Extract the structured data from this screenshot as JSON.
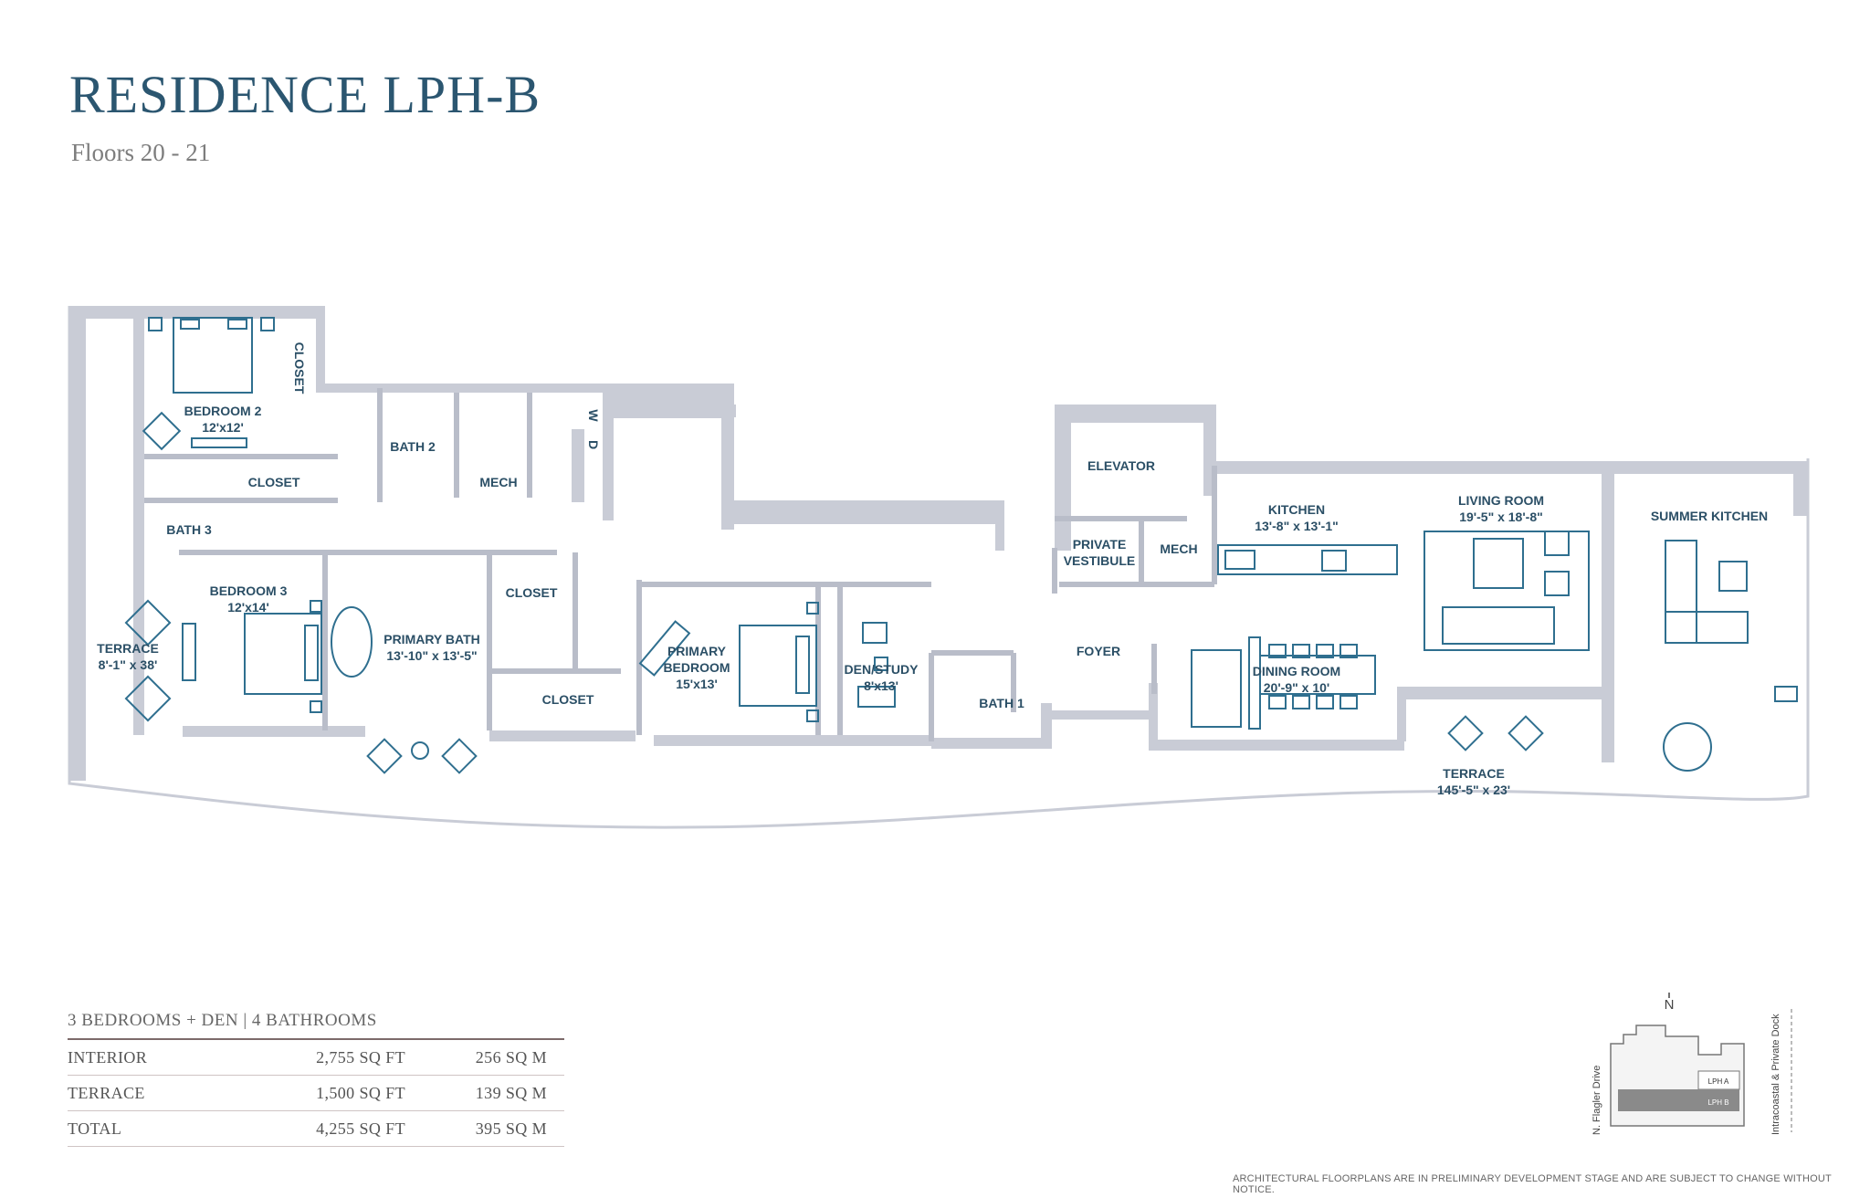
{
  "header": {
    "title": "RESIDENCE LPH-B",
    "subtitle": "Floors 20 - 21"
  },
  "rooms": {
    "bedroom2": {
      "name": "BEDROOM 2",
      "dims": "12'x12'"
    },
    "closet_a": "CLOSET",
    "bath2": "BATH 2",
    "mech_a": "MECH",
    "wd_w": "W",
    "wd_d": "D",
    "closet_b": "CLOSET",
    "bath3": "BATH 3",
    "bedroom3": {
      "name": "BEDROOM 3",
      "dims": "12'x14'"
    },
    "terrace_w": {
      "name": "TERRACE",
      "dims": "8'-1\" x 38'"
    },
    "primary_bath": {
      "name": "PRIMARY BATH",
      "dims": "13'-10\" x 13'-5\""
    },
    "closet_c": "CLOSET",
    "closet_d": "CLOSET",
    "primary_bedroom": {
      "line1": "PRIMARY",
      "line2": "BEDROOM",
      "dims": "15'x13'"
    },
    "den": {
      "name": "DEN/STUDY",
      "dims": "8'x13'"
    },
    "bath1": "BATH 1",
    "elevator": "ELEVATOR",
    "vestibule": {
      "line1": "PRIVATE",
      "line2": "VESTIBULE"
    },
    "mech_b": "MECH",
    "foyer": "FOYER",
    "kitchen": {
      "name": "KITCHEN",
      "dims": "13'-8\" x 13'-1\""
    },
    "dining": {
      "name": "DINING ROOM",
      "dims": "20'-9\" x 10'"
    },
    "living": {
      "name": "LIVING ROOM",
      "dims": "19'-5\" x 18'-8\""
    },
    "summer_kitchen": "SUMMER KITCHEN",
    "terrace_s": {
      "name": "TERRACE",
      "dims": "145'-5\" x 23'"
    }
  },
  "specs": {
    "heading": "3 BEDROOMS + DEN  |  4 BATHROOMS",
    "rows": [
      {
        "label": "INTERIOR",
        "sqft": "2,755 SQ FT",
        "sqm": "256 SQ M"
      },
      {
        "label": "TERRACE",
        "sqft": "1,500 SQ FT",
        "sqm": "139 SQ M"
      },
      {
        "label": "TOTAL",
        "sqft": "4,255 SQ FT",
        "sqm": "395 SQ M"
      }
    ]
  },
  "key_plan": {
    "north": "N",
    "street_west": "N. Flagler Drive",
    "street_east": "Intracoastal & Private Dock",
    "unit_a": "LPH A",
    "unit_b": "LPH B"
  },
  "disclaimer": "ARCHITECTURAL FLOORPLANS ARE IN PRELIMINARY DEVELOPMENT STAGE AND ARE SUBJECT TO CHANGE WITHOUT NOTICE.",
  "colors": {
    "title": "#2b5670",
    "wall": "#c9ccd6",
    "furniture": "#2f6f8f",
    "divider": "#7d6a6a"
  }
}
